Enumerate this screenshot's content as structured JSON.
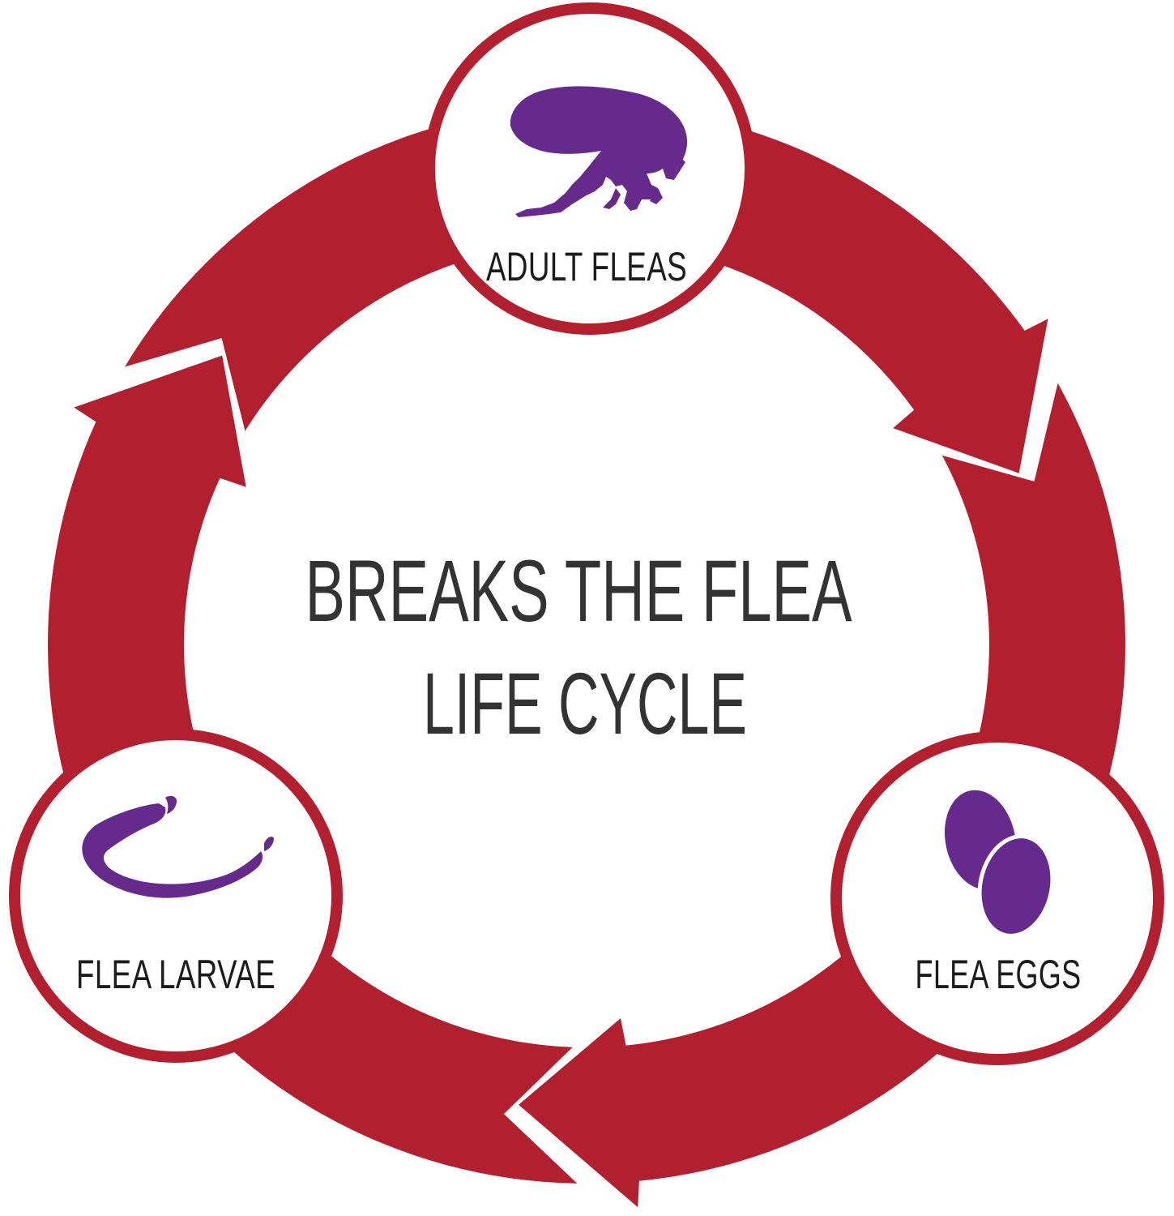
{
  "title": {
    "line1": "BREAKS THE FLEA",
    "line2": "LIFE CYCLE"
  },
  "stages": [
    {
      "id": "adult",
      "label": "ADULT FLEAS",
      "icon": "adult-flea-icon"
    },
    {
      "id": "eggs",
      "label": "FLEA EGGS",
      "icon": "flea-eggs-icon"
    },
    {
      "id": "larvae",
      "label": "FLEA LARVAE",
      "icon": "flea-larvae-icon"
    }
  ],
  "cycle_direction": "clockwise",
  "colors": {
    "ring": "#b21f2e",
    "icon": "#662a8c",
    "title_text": "#333333",
    "label_text": "#1c1c1c",
    "background": "#ffffff"
  }
}
